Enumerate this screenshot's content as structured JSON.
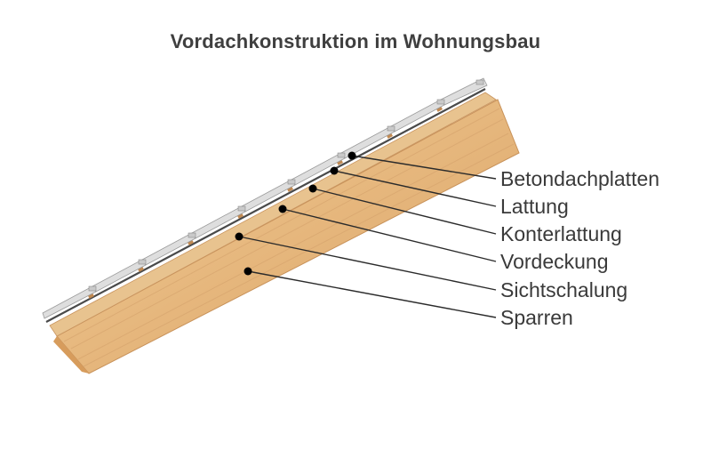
{
  "title": "Vordachkonstruktion im Wohnungsbau",
  "layers": [
    {
      "label": "Betondachplatten"
    },
    {
      "label": "Lattung"
    },
    {
      "label": "Konterlattung"
    },
    {
      "label": "Vordeckung"
    },
    {
      "label": "Sichtschalung"
    },
    {
      "label": "Sparren"
    }
  ],
  "colors": {
    "wood_light": "#e9c08a",
    "wood_dark": "#c98d52",
    "tile": "#dcdcdc",
    "membrane": "#4a4a4a",
    "leader": "#2b2b2b",
    "text": "#3a3a3a"
  }
}
